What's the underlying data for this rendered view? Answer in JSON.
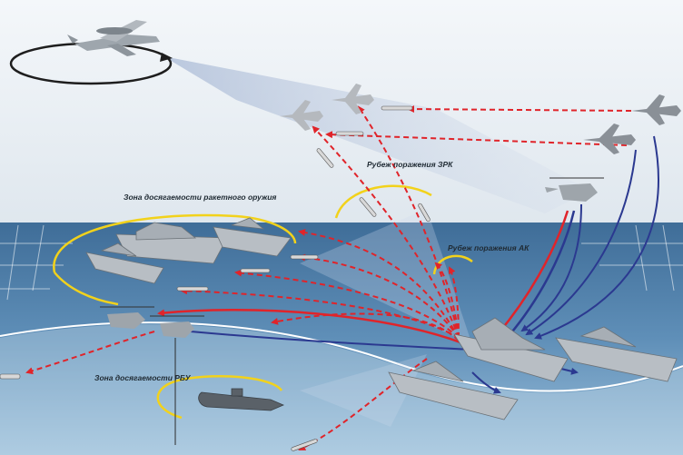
{
  "labels": {
    "sam_zone": "Рубеж поражения ЗРК",
    "gun_zone": "Рубеж поражения АК",
    "missile_zone": "Зона досягаемости ракетного оружия",
    "rbu_zone": "Зона досягаемости РБУ"
  },
  "colors": {
    "sky": "#f3f6f9",
    "sea": "#3e6f9c",
    "zone": "#f2d21b",
    "outgoing": "#e0242a",
    "incoming": "#2b3990",
    "ship": "#b8bec4"
  }
}
